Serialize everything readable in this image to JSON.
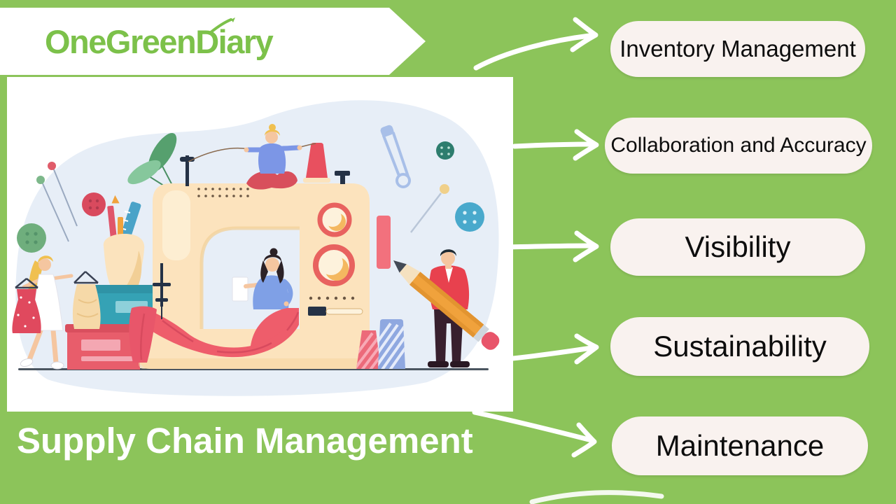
{
  "page": {
    "background_color": "#8cc45a"
  },
  "banner": {
    "background_color": "#ffffff",
    "logo_text": "OneGreenDiary",
    "logo_color": "#7cc14a",
    "shape": "right-pointing-ribbon"
  },
  "hero": {
    "caption": "Supply Chain Management",
    "caption_color": "#ffffff"
  },
  "pills": [
    {
      "label": "Inventory Management"
    },
    {
      "label": "Collaboration and Accuracy"
    },
    {
      "label": "Visibility"
    },
    {
      "label": "Sustainability"
    },
    {
      "label": "Maintenance"
    }
  ],
  "pill_style": {
    "background_color": "#f9f2ef",
    "text_color": "#0d0d0d"
  },
  "arrows": {
    "color": "#ffffff",
    "count": 5,
    "style": "hand-drawn"
  },
  "illustration": {
    "theme": "tailoring-workshop",
    "elements": [
      "sewing-machine",
      "seamstress-on-machine-top",
      "seamstress-with-paper",
      "woman-with-clothes-hangers",
      "man-with-giant-pencil",
      "thread-cone",
      "thread-spools",
      "fabric-drape",
      "plant-leaves",
      "pencil-cup",
      "storage-boxes",
      "buttons",
      "pins",
      "safety-pin"
    ]
  }
}
